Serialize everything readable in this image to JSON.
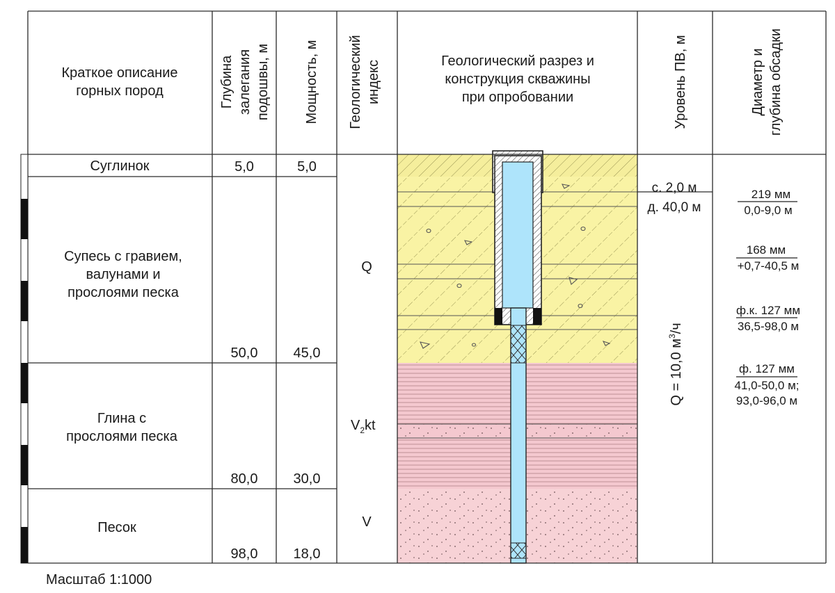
{
  "headers": {
    "description": "Краткое описание|горных пород",
    "depth": "Глубина|залегания|подошвы, м",
    "thickness": "Мощность, м",
    "index": "Геологический|индекс",
    "section": "Геологический разрез и|конструкция скважины|при опробовании",
    "water_level": "Уровень ПВ, м",
    "casing": "Диаметр и|глубина обсадки"
  },
  "layers": [
    {
      "name": "Суглинок",
      "depth": "5,0",
      "thickness": "5,0"
    },
    {
      "name": "Супесь с гравием,|валунами и|прослоями песка",
      "depth": "50,0",
      "thickness": "45,0"
    },
    {
      "name": "Глина с|прослоями песка",
      "depth": "80,0",
      "thickness": "30,0"
    },
    {
      "name": "Песок",
      "depth": "98,0",
      "thickness": "18,0"
    }
  ],
  "indexes": {
    "quaternary": "Q",
    "vendian_kotlin": {
      "main": "V",
      "sub": "2",
      "rest": "kt"
    },
    "vendian": "V"
  },
  "water_level": {
    "static": "с. 2,0 м",
    "dynamic": "д. 40,0 м"
  },
  "flow_rate": {
    "main": "Q = 10,0 м",
    "sup": "3",
    "tail": "/ч"
  },
  "casings": [
    {
      "diameter": "219 мм",
      "depth": "0,0-9,0 м"
    },
    {
      "diameter": "168 мм",
      "depth": "+0,7-40,5 м"
    },
    {
      "diameter": "ф.к. 127 мм",
      "depth": "36,5-98,0 м"
    },
    {
      "diameter": "ф. 127 мм",
      "depth": "41,0-50,0 м;|93,0-96,0 м"
    }
  ],
  "scale_label": "Масштаб 1:1000",
  "colors": {
    "loam": "#f5ee9c",
    "sandy_loam": "#f9f3a4",
    "clay": "#f4c8cf",
    "sand": "#f7d2d6",
    "water": "#aee4fb",
    "grid": "#2a2a2a",
    "hatch": "#8e8a4a",
    "clay_line": "#b88a8f",
    "dots": "#6a4f52"
  }
}
